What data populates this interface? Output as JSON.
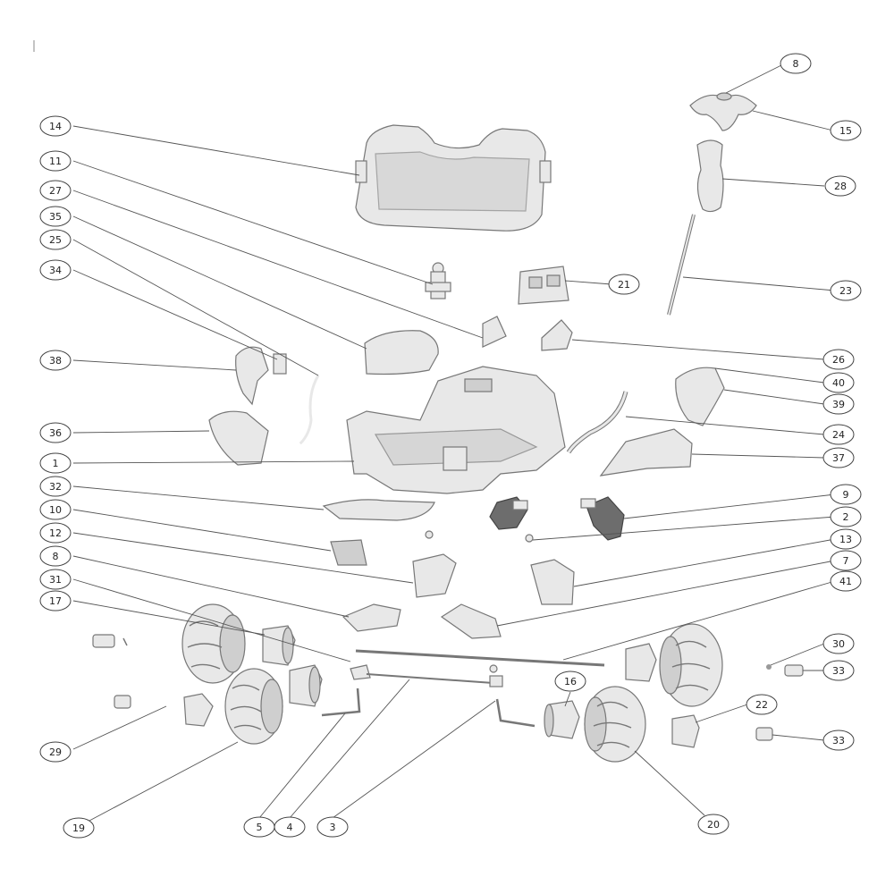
{
  "callouts": [
    {
      "id": "c8a",
      "label": "8"
    },
    {
      "id": "c15",
      "label": "15"
    },
    {
      "id": "c28",
      "label": "28"
    },
    {
      "id": "c14",
      "label": "14"
    },
    {
      "id": "c11",
      "label": "11"
    },
    {
      "id": "c27",
      "label": "27"
    },
    {
      "id": "c35",
      "label": "35"
    },
    {
      "id": "c25",
      "label": "25"
    },
    {
      "id": "c34",
      "label": "34"
    },
    {
      "id": "c21",
      "label": "21"
    },
    {
      "id": "c23",
      "label": "23"
    },
    {
      "id": "c26",
      "label": "26"
    },
    {
      "id": "c38",
      "label": "38"
    },
    {
      "id": "c40",
      "label": "40"
    },
    {
      "id": "c39",
      "label": "39"
    },
    {
      "id": "c24",
      "label": "24"
    },
    {
      "id": "c36",
      "label": "36"
    },
    {
      "id": "c37",
      "label": "37"
    },
    {
      "id": "c1",
      "label": "1"
    },
    {
      "id": "c32",
      "label": "32"
    },
    {
      "id": "c9",
      "label": "9"
    },
    {
      "id": "c10",
      "label": "10"
    },
    {
      "id": "c2",
      "label": "2"
    },
    {
      "id": "c12",
      "label": "12"
    },
    {
      "id": "c13",
      "label": "13"
    },
    {
      "id": "c8b",
      "label": "8"
    },
    {
      "id": "c7",
      "label": "7"
    },
    {
      "id": "c31",
      "label": "31"
    },
    {
      "id": "c41",
      "label": "41"
    },
    {
      "id": "c17",
      "label": "17"
    },
    {
      "id": "c30",
      "label": "30"
    },
    {
      "id": "c16",
      "label": "16"
    },
    {
      "id": "c33a",
      "label": "33"
    },
    {
      "id": "c22",
      "label": "22"
    },
    {
      "id": "c29",
      "label": "29"
    },
    {
      "id": "c33b",
      "label": "33"
    },
    {
      "id": "c19",
      "label": "19"
    },
    {
      "id": "c5",
      "label": "5"
    },
    {
      "id": "c4",
      "label": "4"
    },
    {
      "id": "c3",
      "label": "3"
    },
    {
      "id": "c20",
      "label": "20"
    }
  ]
}
